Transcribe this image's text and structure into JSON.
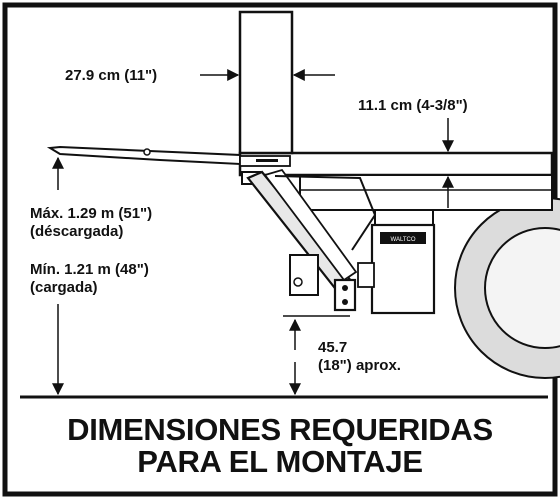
{
  "labels": {
    "overhang": "27.9 cm (11\")",
    "deck_height": "11.1 cm (4-3/8\")",
    "max_height_line1": "Máx. 1.29 m (51\")",
    "max_height_line2": "(déscargada)",
    "min_height_line1": "Mín. 1.21 m (48\")",
    "min_height_line2": "(cargada)",
    "ground_clearance_line1": "45.7",
    "ground_clearance_line2": "(18\") aprox.",
    "title_line1": "DIMENSIONES REQUERIDAS",
    "title_line2": "PARA EL MONTAJE",
    "control_box_badge": "WALTCO"
  },
  "colors": {
    "ink": "#111111",
    "paper": "#ffffff",
    "tire": "#dcdcdc",
    "tire_dark": "#bdbdbd",
    "cylinder": "#e8e8e8"
  }
}
